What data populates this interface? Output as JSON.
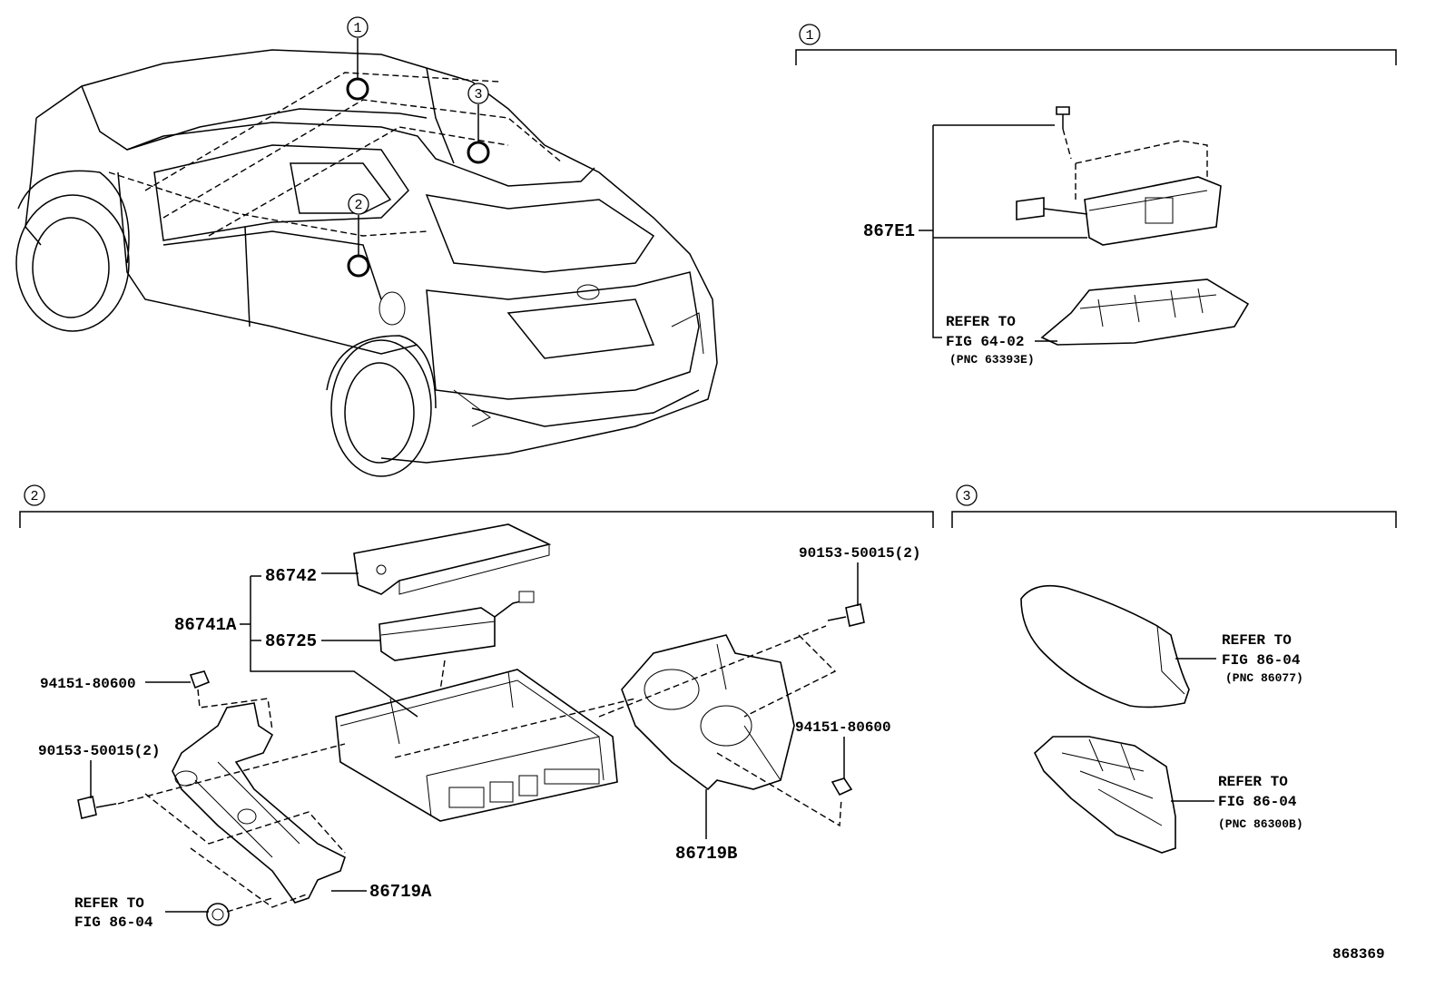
{
  "callouts": {
    "c1": "1",
    "c2": "2",
    "c3": "3"
  },
  "section1": {
    "callout": "1",
    "part_867E1": "867E1",
    "refer_to": "REFER TO",
    "fig": "FIG 64-02",
    "pnc": "(PNC 63393E)"
  },
  "section2": {
    "callout": "2",
    "part_86742": "86742",
    "part_86741A": "86741A",
    "part_86725": "86725",
    "part_90153_right": "90153-50015(2)",
    "part_90153_left": "90153-50015(2)",
    "part_94151_left": "94151-80600",
    "part_94151_right": "94151-80600",
    "part_86719A": "86719A",
    "part_86719B": "86719B",
    "refer_to": "REFER TO",
    "fig": "FIG 86-04"
  },
  "section3": {
    "callout": "3",
    "refer_to_a": "REFER TO",
    "fig_a": "FIG 86-04",
    "pnc_a": "(PNC 86077)",
    "refer_to_b": "REFER TO",
    "fig_b": "FIG 86-04",
    "pnc_b": "(PNC 86300B)"
  },
  "diagram_id": "868369"
}
